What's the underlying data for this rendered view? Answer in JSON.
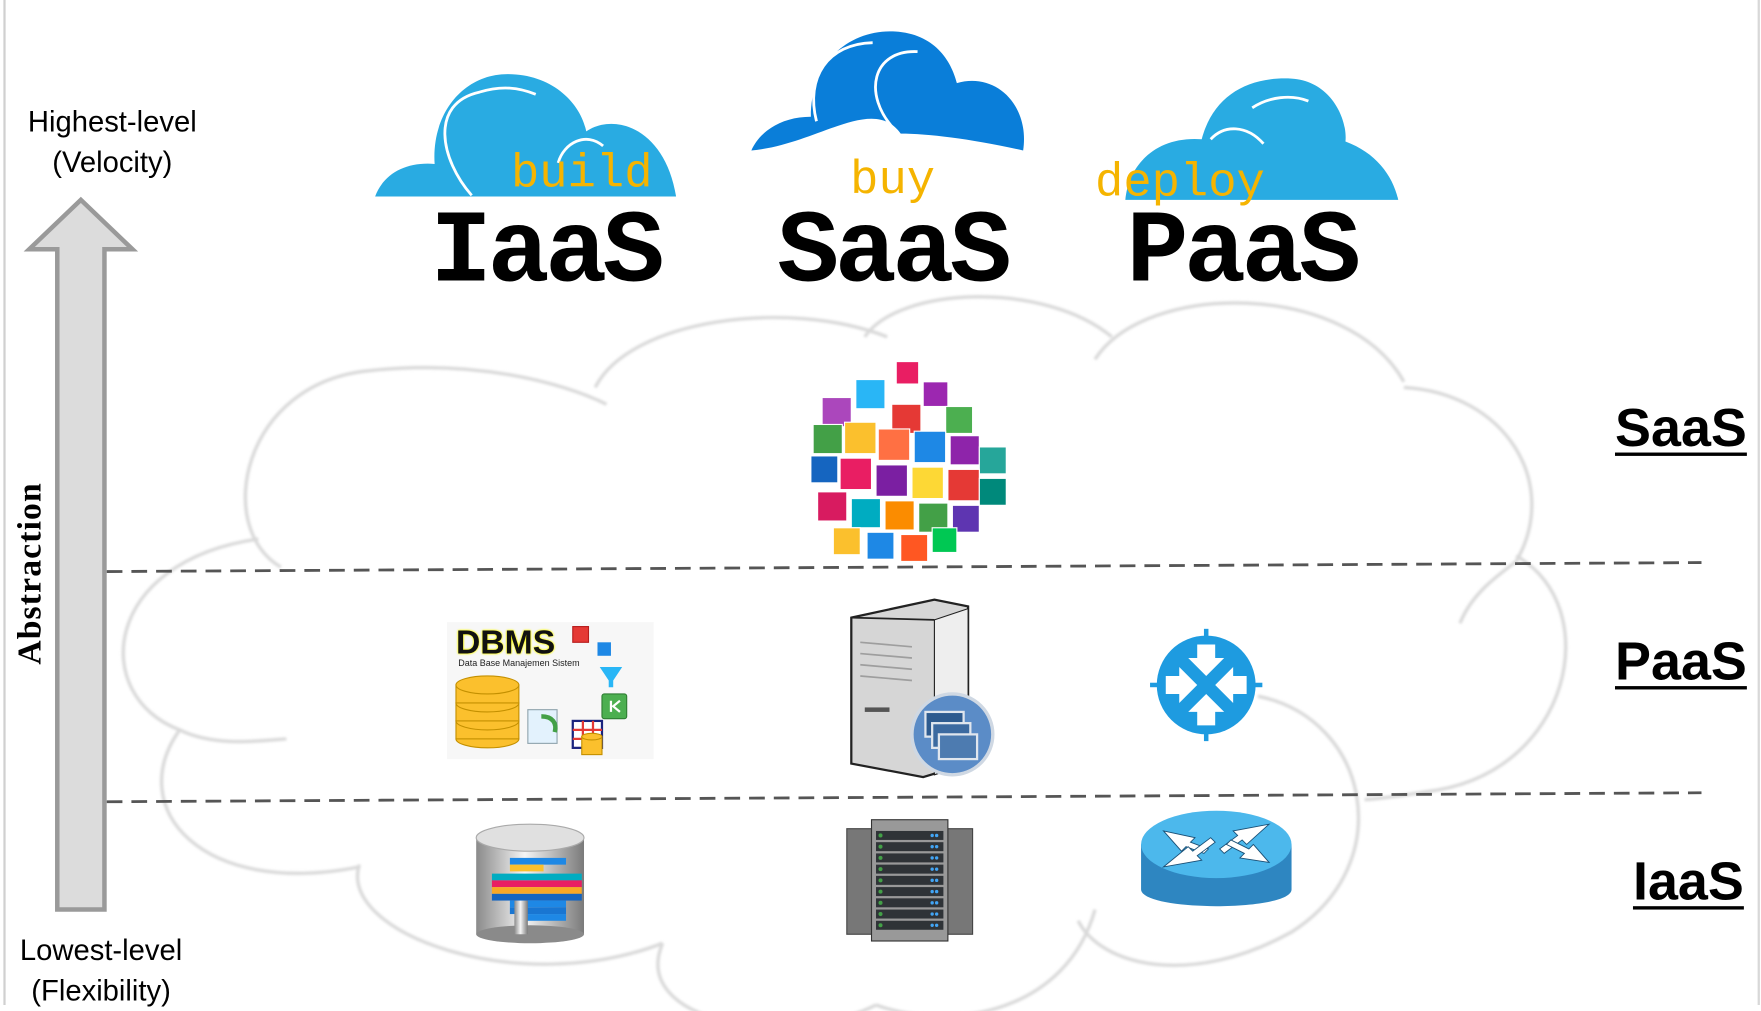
{
  "abstraction_axis": {
    "top_label_line1": "Highest-level",
    "top_label_line2": "(Velocity)",
    "bottom_label_line1": "Lowest-level",
    "bottom_label_line2": "(Flexibility)",
    "axis_title": "Abstraction"
  },
  "service_models": [
    {
      "name": "IaaS",
      "verb": "build",
      "cloud_color": "#29abe2"
    },
    {
      "name": "SaaS",
      "verb": "buy",
      "cloud_color": "#0a7ed9"
    },
    {
      "name": "PaaS",
      "verb": "deploy",
      "cloud_color": "#29abe2"
    }
  ],
  "verb_color": "#f5b400",
  "layers": [
    {
      "label": "SaaS",
      "icons": [
        "application-cubes-icon"
      ]
    },
    {
      "label": "PaaS",
      "icons": [
        "dbms-icon",
        "application-server-icon",
        "routing-service-icon"
      ]
    },
    {
      "label": "IaaS",
      "icons": [
        "database-storage-icon",
        "server-rack-icon",
        "network-router-icon"
      ]
    }
  ],
  "dbms_icon": {
    "title": "DBMS",
    "subtitle": "Data Base Manajemen Sistem"
  }
}
